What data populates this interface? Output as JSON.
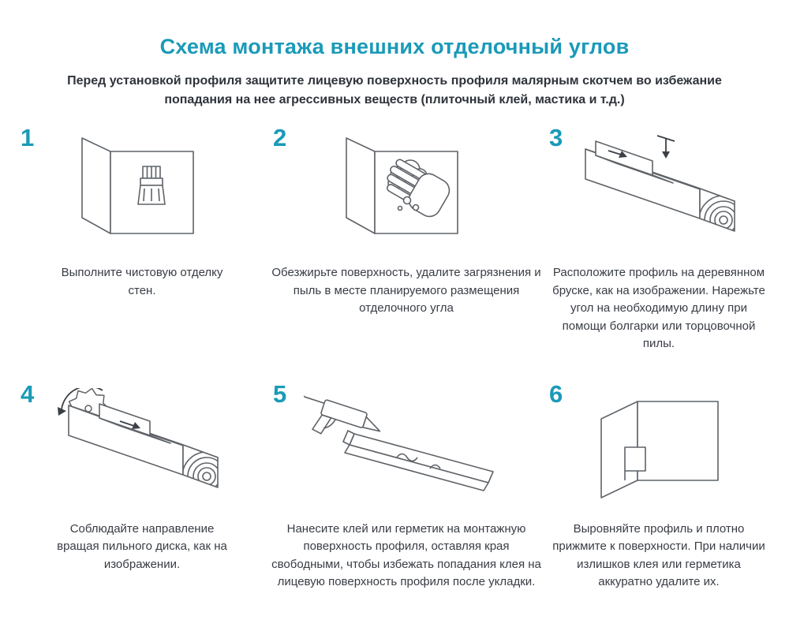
{
  "page": {
    "title": "Схема монтажа внешних отделочный углов",
    "subtitle": "Перед установкой профиля защитите лицевую поверхность профиля малярным скотчем во избежание попадания на нее агрессивных веществ (плиточный клей, мастика и т.д.)"
  },
  "colors": {
    "accent": "#1a9ab8",
    "text": "#383c44",
    "line_art": "#5f6368",
    "background": "#ffffff"
  },
  "steps": [
    {
      "number": "1",
      "icon": "wall-corner-paintbrush-icon",
      "caption": "Выполните чистовую отделку стен."
    },
    {
      "number": "2",
      "icon": "wall-corner-hand-cleaning-icon",
      "caption": "Обезжирьте поверхность, удалите загрязнения и пыль в месте планируемого размещения отделочного угла"
    },
    {
      "number": "3",
      "icon": "profile-on-wood-block-icon",
      "caption": "Расположите профиль на деревянном бруске, как на изображении. Нарежьте угол на необходимую длину при помощи болгарки или торцовочной пилы."
    },
    {
      "number": "4",
      "icon": "saw-blade-cutting-icon",
      "caption": "Соблюдайте направление вращая пильного диска, как на изображении."
    },
    {
      "number": "5",
      "icon": "caulk-gun-profile-icon",
      "caption": "Нанесите клей или герметик на монтажную поверхность профиля, оставляя края свободными, чтобы избежать попадания клея на лицевую поверхность профиля после укладки."
    },
    {
      "number": "6",
      "icon": "corner-pressed-profile-icon",
      "caption": "Выровняйте профиль и плотно прижмите к поверхности. При наличии излишков клея или герметика аккуратно удалите их."
    }
  ]
}
